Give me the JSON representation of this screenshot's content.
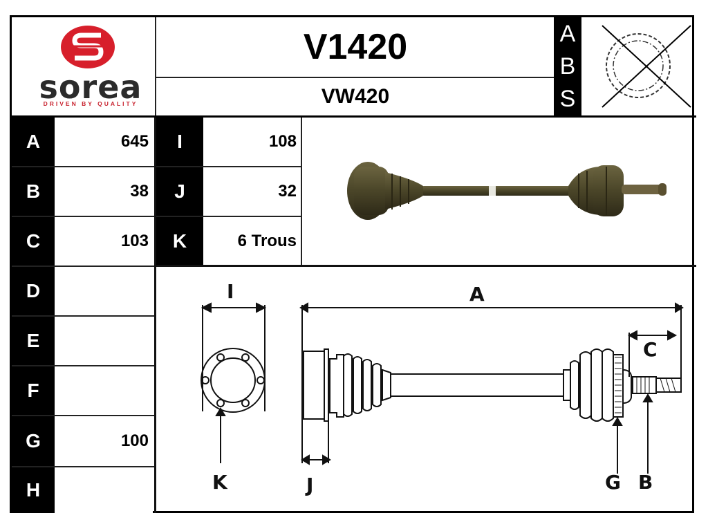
{
  "brand": {
    "name": "sorea",
    "tagline": "DRIVEN BY QUALITY",
    "logo_color": "#d71f2b",
    "text_color": "#2b2b2b"
  },
  "header": {
    "part_number": "V1420",
    "reference": "VW420",
    "abs_letters": [
      "A",
      "B",
      "S"
    ],
    "abs_icon": "abs-ring-crossed-out-icon"
  },
  "specs_left": [
    {
      "key": "A",
      "value": "645"
    },
    {
      "key": "B",
      "value": "38"
    },
    {
      "key": "C",
      "value": "103"
    },
    {
      "key": "D",
      "value": ""
    },
    {
      "key": "E",
      "value": ""
    },
    {
      "key": "F",
      "value": ""
    },
    {
      "key": "G",
      "value": "100"
    },
    {
      "key": "H",
      "value": ""
    }
  ],
  "specs_right": [
    {
      "key": "I",
      "value": "108"
    },
    {
      "key": "J",
      "value": "32"
    },
    {
      "key": "K",
      "value": "6 Trous"
    }
  ],
  "photo": {
    "description": "drive-shaft-photo"
  },
  "drawing": {
    "labels": {
      "I": "I",
      "A": "A",
      "C": "C",
      "K": "K",
      "J": "J",
      "G": "G",
      "B": "B"
    }
  }
}
